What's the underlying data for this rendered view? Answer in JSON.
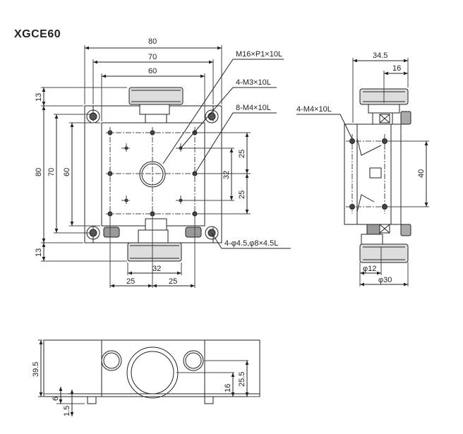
{
  "title": "XGCE60",
  "top_view": {
    "dims": {
      "width_80": "80",
      "width_70": "70",
      "width_60": "60",
      "height_80": "80",
      "height_70": "70",
      "height_60": "60",
      "top_13": "13",
      "bottom_13": "13",
      "right_32": "32",
      "right_25a": "25",
      "right_25b": "25",
      "bottom_32": "32",
      "bottom_25a": "25",
      "bottom_25b": "25"
    },
    "callouts": {
      "center_thread": "M16×P1×10L",
      "m3_holes": "4-M3×10L",
      "m4_holes": "8-M4×10L",
      "counterbore": "4-φ4.5,φ8×4.5L"
    }
  },
  "side_view": {
    "dims": {
      "width_34_5": "34.5",
      "width_16": "16",
      "height_40": "40",
      "dia_12": "φ12",
      "dia_30": "φ30"
    },
    "callouts": {
      "m4_holes": "4-M4×10L"
    }
  },
  "front_view": {
    "dims": {
      "height_39_5": "39.5",
      "height_25_5": "25.5",
      "height_16": "16",
      "height_6": "6",
      "height_1_5": "1.5"
    }
  }
}
